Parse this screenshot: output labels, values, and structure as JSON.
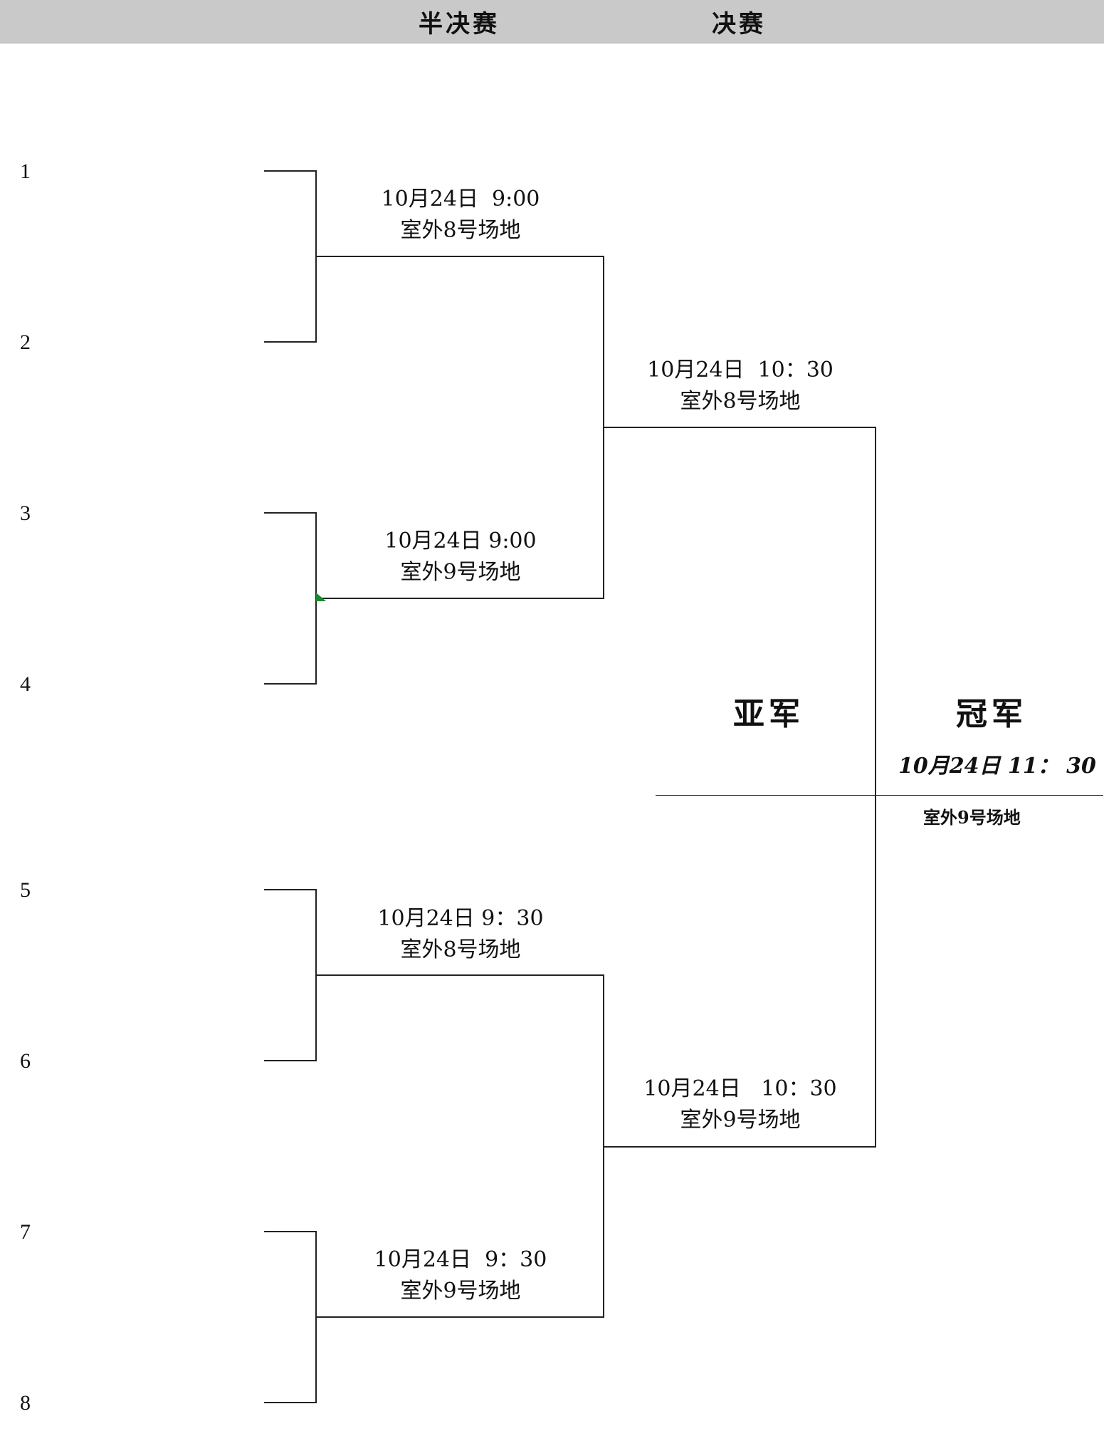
{
  "header": {
    "semifinal": "半决赛",
    "final": "决赛"
  },
  "seeds": [
    "1",
    "2",
    "3",
    "4",
    "5",
    "6",
    "7",
    "8"
  ],
  "matches": {
    "m1": {
      "time": "10月24日  9:00",
      "venue": "室外8号场地"
    },
    "m2": {
      "time": "10月24日 9:00",
      "venue": "室外9号场地"
    },
    "m3": {
      "time": "10月24日 9：30",
      "venue": "室外8号场地"
    },
    "m4": {
      "time": "10月24日  9：30",
      "venue": "室外9号场地"
    },
    "s1": {
      "time": "10月24日  10：30",
      "venue": "室外8号场地"
    },
    "s2": {
      "time": "10月24日   10：30",
      "venue": "室外9号场地"
    }
  },
  "final": {
    "runner_up": "亚军",
    "champion": "冠军",
    "time": "10月24日 11： 30",
    "venue": "室外9号场地"
  }
}
